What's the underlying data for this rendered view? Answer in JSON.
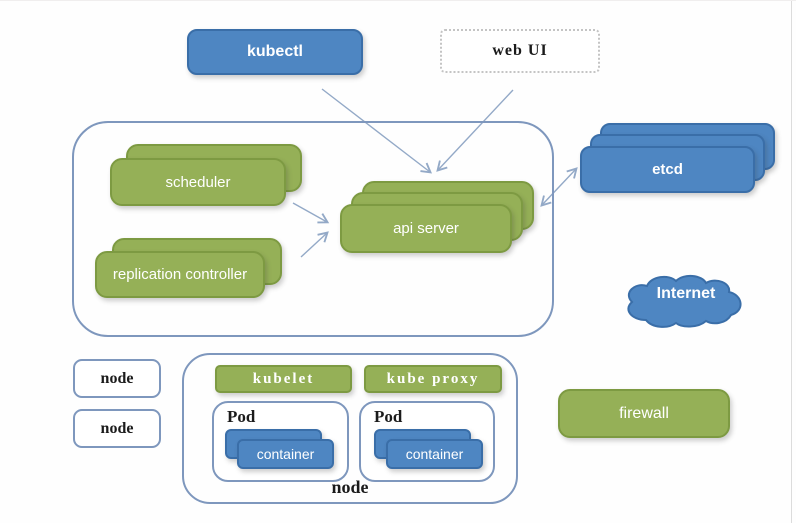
{
  "diagram": {
    "nodes": {
      "kubectl": {
        "label": "kubectl"
      },
      "web_ui": {
        "label": "web UI"
      },
      "scheduler": {
        "label": "scheduler"
      },
      "replication_controller": {
        "label": "replication controller"
      },
      "api_server": {
        "label": "api server"
      },
      "etcd": {
        "label": "etcd"
      },
      "internet": {
        "label": "Internet"
      },
      "node_left_1": {
        "label": "node"
      },
      "node_left_2": {
        "label": "node"
      },
      "kubelet": {
        "label": "kubelet"
      },
      "kube_proxy": {
        "label": "kube proxy"
      },
      "pod_1": {
        "label": "Pod"
      },
      "container_1": {
        "label": "container"
      },
      "pod_2": {
        "label": "Pod"
      },
      "container_2": {
        "label": "container"
      },
      "node_group": {
        "label": "node"
      },
      "firewall": {
        "label": "firewall"
      }
    },
    "colors": {
      "green_fill": "#95b057",
      "green_border": "#7d9a42",
      "blue_fill": "#4e86c2",
      "blue_border": "#3a6ea8",
      "outline": "#7e97bd",
      "arrow": "#93a9c7",
      "dotted": "#c4c4c4",
      "text_dark": "#1b1b1b"
    }
  }
}
